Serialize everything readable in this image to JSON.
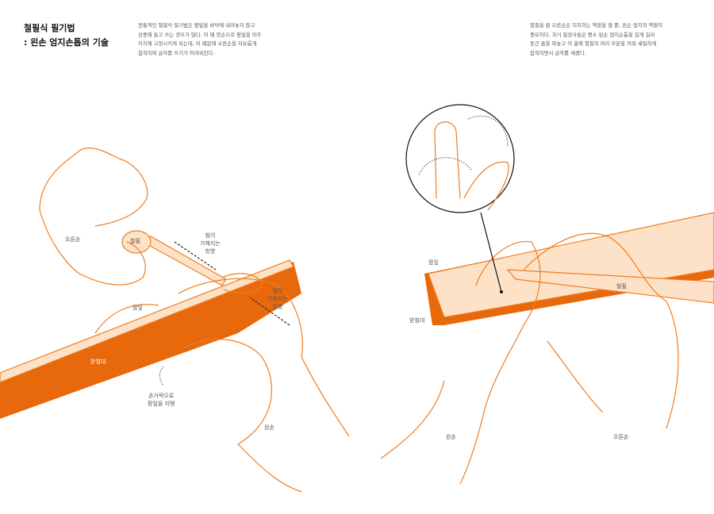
{
  "title": {
    "line1": "철필식 필기법",
    "line2": ": 왼손 엄지손톱의 기술"
  },
  "left_paragraph": "전통적인 철필식 필기법은 팜잎을 바닥에 내려놓지 않고\n공중에 들고 쓰는 경우가 많다. 이 때 양손으로 팜잎을 마주\n지지해 고정시키게 되는데, 이 때문에 오른손을 자유롭게\n움직이며 글자를 쓰기가 어려워진다.",
  "right_paragraph": "철필을 쥔 오른손은 지지하는 역할을 할 뿐, 왼손 엄지의 역할이\n중요하다. 과거 필경사들은 평소 왼손 엄지손톱을 길게 길러\n둥근 홈을 파놓고 이 홈에 철필의 머리 부분을 끼워 세밀하게\n움직이면서 글자를 새겼다.",
  "left_figure": {
    "right_hand": "오른손",
    "stylus": "철필",
    "force_direction_1": "힘이\n가해지는\n방향",
    "force_direction_2": "힘이\n가해지는\n방향",
    "palm_leaf": "팜잎",
    "stand": "받침대",
    "finger_support": "손가락으로\n팜잎을 지탱",
    "left_hand": "왼손"
  },
  "right_figure": {
    "palm_leaf": "팜잎",
    "stand": "받침대",
    "stylus": "철필",
    "left_hand": "왼손",
    "right_hand": "오른손"
  },
  "colors": {
    "orange": "#e8680c",
    "peach": "#fde2c8",
    "line": "#ef7d22"
  }
}
